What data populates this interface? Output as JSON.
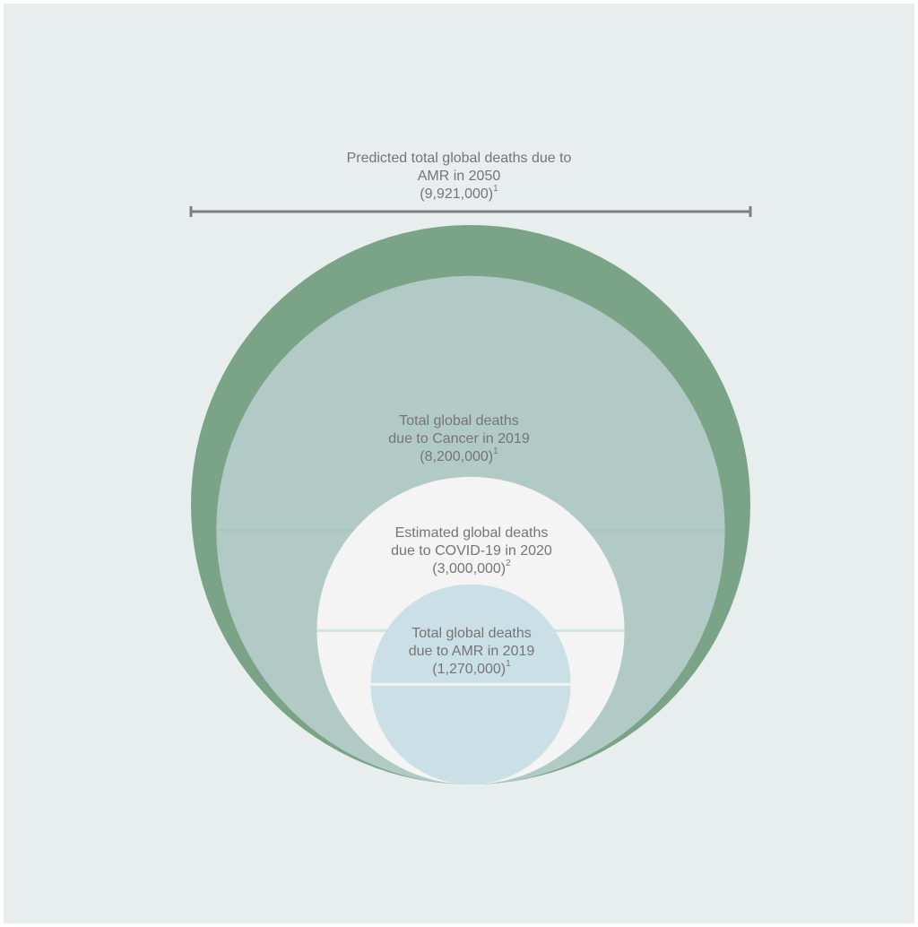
{
  "chart_data": {
    "type": "nested-bubble",
    "series": [
      {
        "label_line1": "Predicted total global deaths due to",
        "label_line2": "AMR in 2050",
        "value": 9921000,
        "value_text": "(9,921,000)",
        "footnote": "1",
        "color": "#7aa387"
      },
      {
        "label_line1": "Total global deaths",
        "label_line2": "due to Cancer in 2019",
        "value": 8200000,
        "value_text": "(8,200,000)",
        "footnote": "1",
        "color": "#b1cac6"
      },
      {
        "label_line1": "Estimated global deaths",
        "label_line2": "due to COVID-19 in 2020",
        "value": 3000000,
        "value_text": "(3,000,000)",
        "footnote": "2",
        "color": "#f4f4f4"
      },
      {
        "label_line1": "Total global deaths",
        "label_line2": "due to AMR in 2019",
        "value": 1270000,
        "value_text": "(1,270,000)",
        "footnote": "1",
        "color": "#cbe0e6"
      }
    ]
  }
}
